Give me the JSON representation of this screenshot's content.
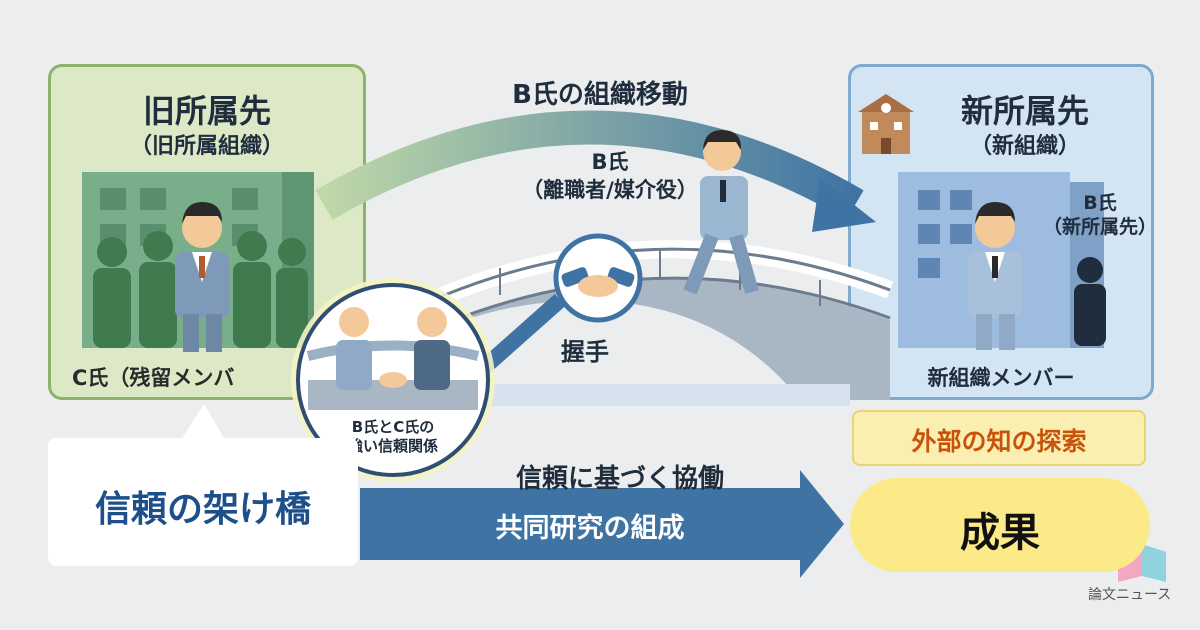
{
  "old_org": {
    "title": "旧所属先",
    "subtitle": "（旧所属組織）",
    "member_label": "C氏（残留メンバ"
  },
  "new_org": {
    "title": "新所属先",
    "subtitle": "（新組織）",
    "member_label": "新組織メンバー",
    "person_label_1": "B氏",
    "person_label_2": "（新所属先）"
  },
  "transfer": {
    "arrow_label": "B氏の組織移動",
    "person_label_1": "B氏",
    "person_label_2": "（離職者/媒介役）"
  },
  "handshake": {
    "label": "握手"
  },
  "relationship": {
    "line1": "B氏とC氏の",
    "line2": "強い信頼関係"
  },
  "bridge": {
    "label": "信頼の架け橋"
  },
  "collaboration": {
    "label": "信頼に基づく協働",
    "arrow_text": "共同研究の組成"
  },
  "exploration": {
    "label": "外部の知の探索"
  },
  "outcome": {
    "label": "成果"
  },
  "brand": {
    "name": "論文ニュース"
  },
  "colors": {
    "old_panel": "#dde9c6",
    "new_panel": "#d3e5f3",
    "arrow_blue": "#3f73a3",
    "outcome": "#fcea88",
    "explore_text": "#c8540c"
  }
}
